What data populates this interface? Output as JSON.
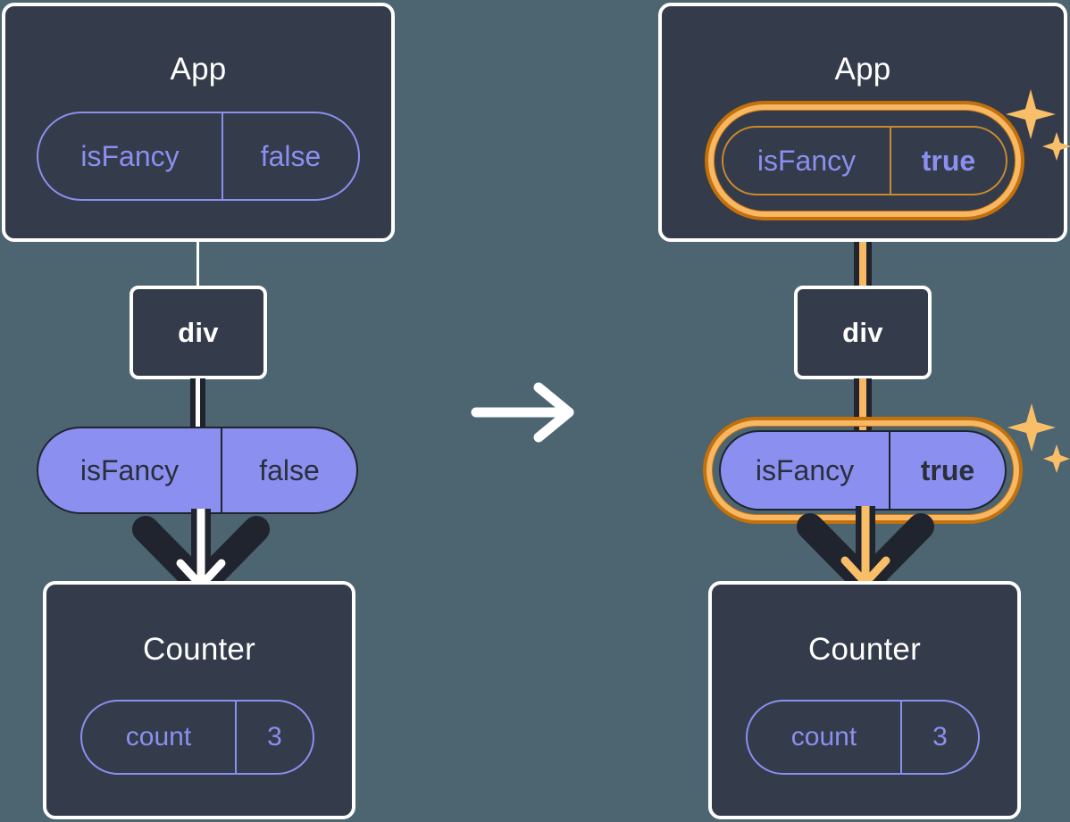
{
  "diagram": {
    "title_semantics": "react-state-propagation-before-after",
    "transition_icon": "right-arrow-icon",
    "colors": {
      "background": "#4C6571",
      "node_fill": "#343B4A",
      "node_border": "#FFFFFF",
      "pill_purple": "#8B8FF0",
      "pill_text_dark": "#2A2F3B",
      "highlight_outer": "#C2710C",
      "highlight_inner": "#F7B763",
      "line_dark": "#20242E"
    }
  },
  "before": {
    "app": {
      "title": "App",
      "state_key": "isFancy",
      "state_value": "false"
    },
    "div": {
      "label": "div"
    },
    "rendered_pill": {
      "key": "isFancy",
      "value": "false"
    },
    "counter": {
      "title": "Counter",
      "state_key": "count",
      "state_value": "3"
    }
  },
  "after": {
    "app": {
      "title": "App",
      "state_key": "isFancy",
      "state_value": "true",
      "highlighted": true,
      "sparkle_icon": "sparkles-icon"
    },
    "div": {
      "label": "div"
    },
    "rendered_pill": {
      "key": "isFancy",
      "value": "true",
      "highlighted": true,
      "sparkle_icon": "sparkles-icon"
    },
    "counter": {
      "title": "Counter",
      "state_key": "count",
      "state_value": "3"
    }
  }
}
